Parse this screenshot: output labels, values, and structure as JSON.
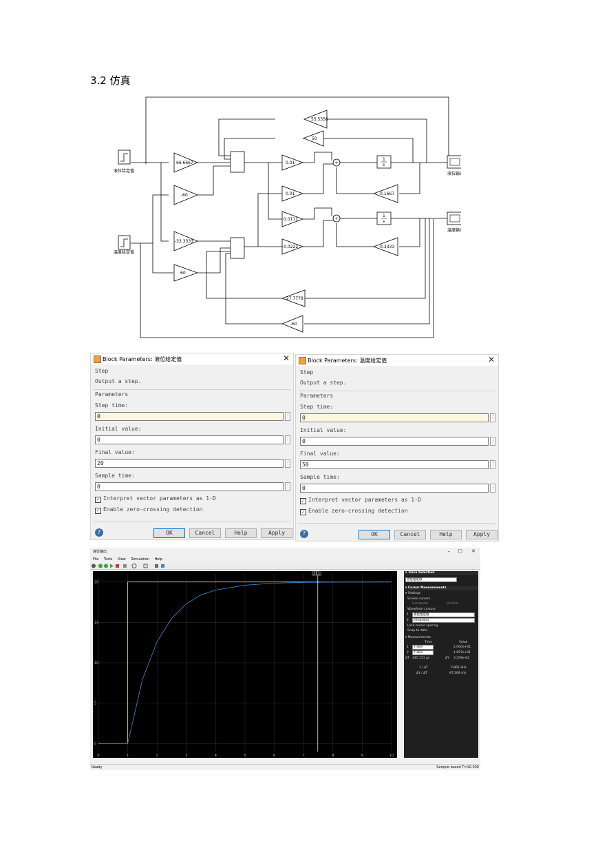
{
  "heading": "3.2 仿真",
  "diagram": {
    "step1_label": "液位给定值",
    "step2_label": "温度给定值",
    "scope1_label": "液位输出",
    "scope2_label": "温度输出",
    "gains": {
      "g_55": "55.5556",
      "g_50": "50",
      "g_66": "66.6667",
      "g_m60a": "-60",
      "g_001a": "0.01",
      "g_001b": "0.01",
      "g_m01667": "-0.1667",
      "g_m333": "-33.3333",
      "g_60": "60",
      "g_00111": "0.0111",
      "g_m00222": "-0.0222",
      "g_m03333": "-0.3333",
      "g_277": "27.7778",
      "g_m60b": "-60"
    },
    "integrator1_num": "1",
    "integrator1_den": "s",
    "integrator2_num": "1",
    "integrator2_den": "s",
    "sum_sign": "+"
  },
  "dialog_left": {
    "title": "Block Parameters: 液位给定值",
    "close": "✕",
    "block_type": "Step",
    "description": "Output a step.",
    "params_group": "Parameters",
    "step_time_label": "Step time:",
    "step_time_value": "0",
    "initial_value_label": "Initial value:",
    "initial_value_value": "0",
    "final_value_label": "Final value:",
    "final_value_value": "20",
    "sample_time_label": "Sample time:",
    "sample_time_value": "0",
    "dots": "⋮",
    "check1": "Interpret vector parameters as 1-D",
    "check2": "Enable zero-crossing detection",
    "check_mark": "✓",
    "help_icon": "?",
    "ok": "OK",
    "cancel": "Cancel",
    "help": "Help",
    "apply": "Apply"
  },
  "dialog_right": {
    "title": "Block Parameters: 温度给定值",
    "close": "✕",
    "block_type": "Step",
    "description": "Output a step.",
    "params_group": "Parameters",
    "step_time_label": "Step time:",
    "step_time_value": "0",
    "initial_value_label": "Initial value:",
    "initial_value_value": "0",
    "final_value_label": "Final value:",
    "final_value_value": "50",
    "sample_time_label": "Sample time:",
    "sample_time_value": "0",
    "dots": "⋮",
    "check1": "Interpret vector parameters as 1-D",
    "check2": "Enable zero-crossing detection",
    "check_mark": "✓",
    "help_icon": "?",
    "ok": "OK",
    "cancel": "Cancel",
    "help": "Help",
    "apply": "Apply"
  },
  "scope": {
    "title": "液位输出",
    "minimize": "–",
    "maximize": "□",
    "close": "✕",
    "menu": [
      "File",
      "Tools",
      "View",
      "Simulation",
      "Help"
    ],
    "status_left": "Ready",
    "status_right": "Sample based  T=10.000",
    "cursor_tags": [
      "2",
      "1"
    ],
    "panel": {
      "trace_selection": "▾ Trace Selection",
      "trace_value": "液位给定值",
      "cursor_measurements": "▾ Cursor Measurements",
      "settings": "▾ Settings",
      "screen_cursors": "Screen cursors",
      "horizontal": "Horizontal",
      "vertical": "Vertical",
      "waveform_cursors": "Waveform cursors",
      "wc1_idx": "1",
      "wc1": "液位给定值",
      "wc2_idx": "2",
      "wc2": "Integrator",
      "lock": "Lock cursor spacing",
      "snap": "Snap to data",
      "measurements": "▾ Measurements",
      "col_time": "Time",
      "col_value": "Value",
      "r1_idx": "1",
      "r1_time": "7.483",
      "r1_value": "2.000e+01",
      "r2_idx": "2",
      "r2_time": "7.483",
      "r2_value": "1.997e+01",
      "dT_label": "ΔT",
      "dT_value": "345.151 µs",
      "dY_label": "ΔY",
      "dY_value": "3.359e-02",
      "inv_dT_label": "1 / ΔT",
      "inv_dT_value": "2.861 kHz",
      "dYdT_label": "ΔY / ΔT",
      "dYdT_value": "97.309 (/s)"
    }
  },
  "chart_data": {
    "type": "line",
    "title": "",
    "xlabel": "",
    "ylabel": "",
    "xlim": [
      0,
      10
    ],
    "ylim": [
      -1,
      21
    ],
    "x_ticks": [
      "0",
      "1",
      "2",
      "3",
      "4",
      "5",
      "6",
      "7",
      "8",
      "9",
      "10"
    ],
    "y_ticks": [
      "0",
      "5",
      "10",
      "15",
      "20"
    ],
    "grid": true,
    "cursor_x": 7.483,
    "series": [
      {
        "color": "#e0e080",
        "x": [
          0,
          1,
          1,
          10
        ],
        "y": [
          0,
          0,
          20,
          20
        ]
      },
      {
        "color": "#3b8fd9",
        "x": [
          0,
          1,
          1.5,
          2,
          2.5,
          3,
          3.5,
          4,
          5,
          6,
          7,
          8,
          9,
          10
        ],
        "y": [
          0,
          0,
          7.9,
          12.6,
          15.5,
          17.3,
          18.4,
          19.0,
          19.6,
          19.85,
          19.95,
          19.98,
          19.99,
          20.0
        ]
      }
    ],
    "series_colors": {
      "step": "#e0e080",
      "response": "#3b8fd9"
    }
  }
}
